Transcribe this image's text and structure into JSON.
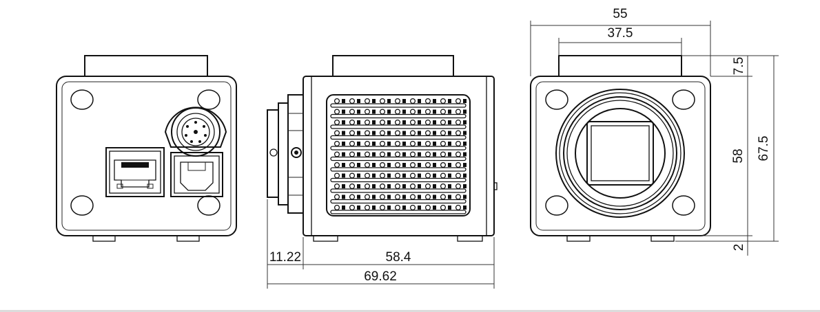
{
  "drawing": {
    "views": [
      "rear-view",
      "side-view",
      "front-view"
    ],
    "dimensions": {
      "width_overall": "55",
      "top_tab_width": "37.5",
      "top_tab_height": "7.5",
      "body_height": "58",
      "height_overall": "67.5",
      "foot_height": "2",
      "lens_mount_depth": "11.22",
      "body_depth": "58.4",
      "length_overall": "69.62"
    },
    "colors": {
      "line": "#111111",
      "background": "#ffffff"
    }
  }
}
